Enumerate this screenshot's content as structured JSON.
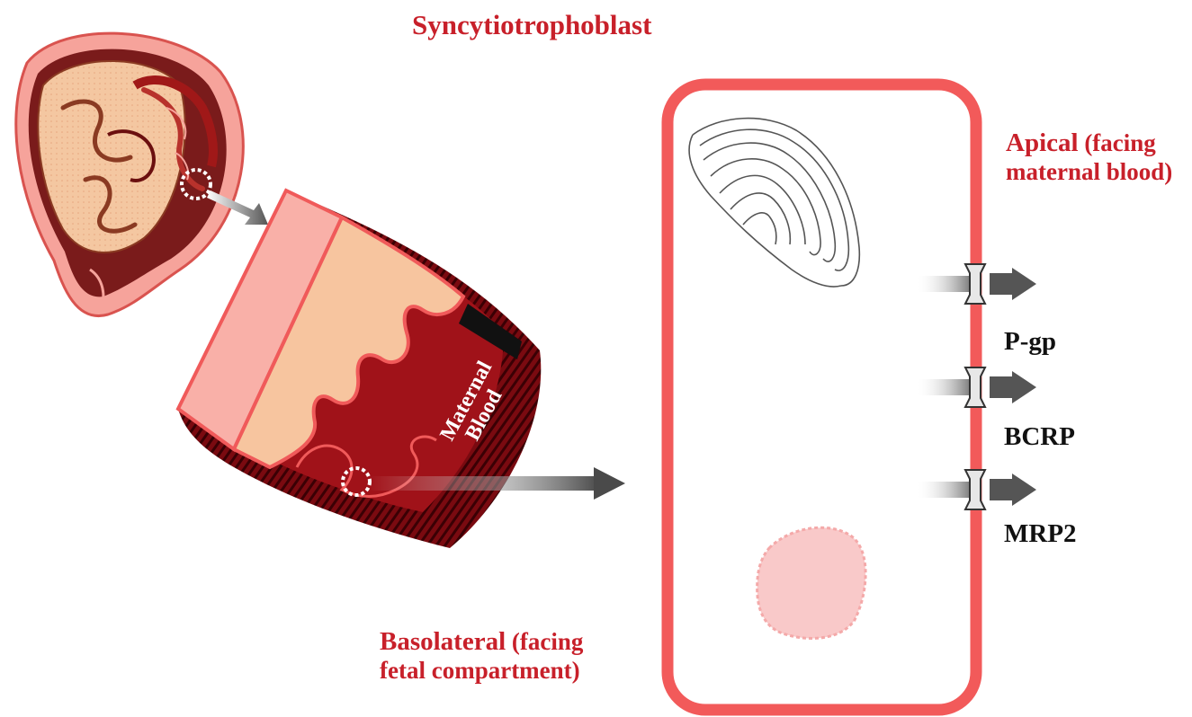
{
  "title": "Syncytiotrophoblast",
  "apical": {
    "line1_bold": "Apical",
    "line1_rest": " (facing",
    "line2": "maternal blood)"
  },
  "basolateral": {
    "line1_bold": "Basolateral",
    "line1_rest": " (facing",
    "line2": "fetal compartment)"
  },
  "inset_label": {
    "line1": "Maternal",
    "line2": "Blood"
  },
  "transporters": [
    {
      "name": "P-gp"
    },
    {
      "name": "BCRP"
    },
    {
      "name": "MRP2"
    }
  ],
  "colors": {
    "membrane": "#f25a5a",
    "title_red": "#c8202a",
    "blood_dark": "#8b0d12",
    "tissue_peach": "#f7c59f",
    "nucleus_pink": "#f9c9c9"
  }
}
